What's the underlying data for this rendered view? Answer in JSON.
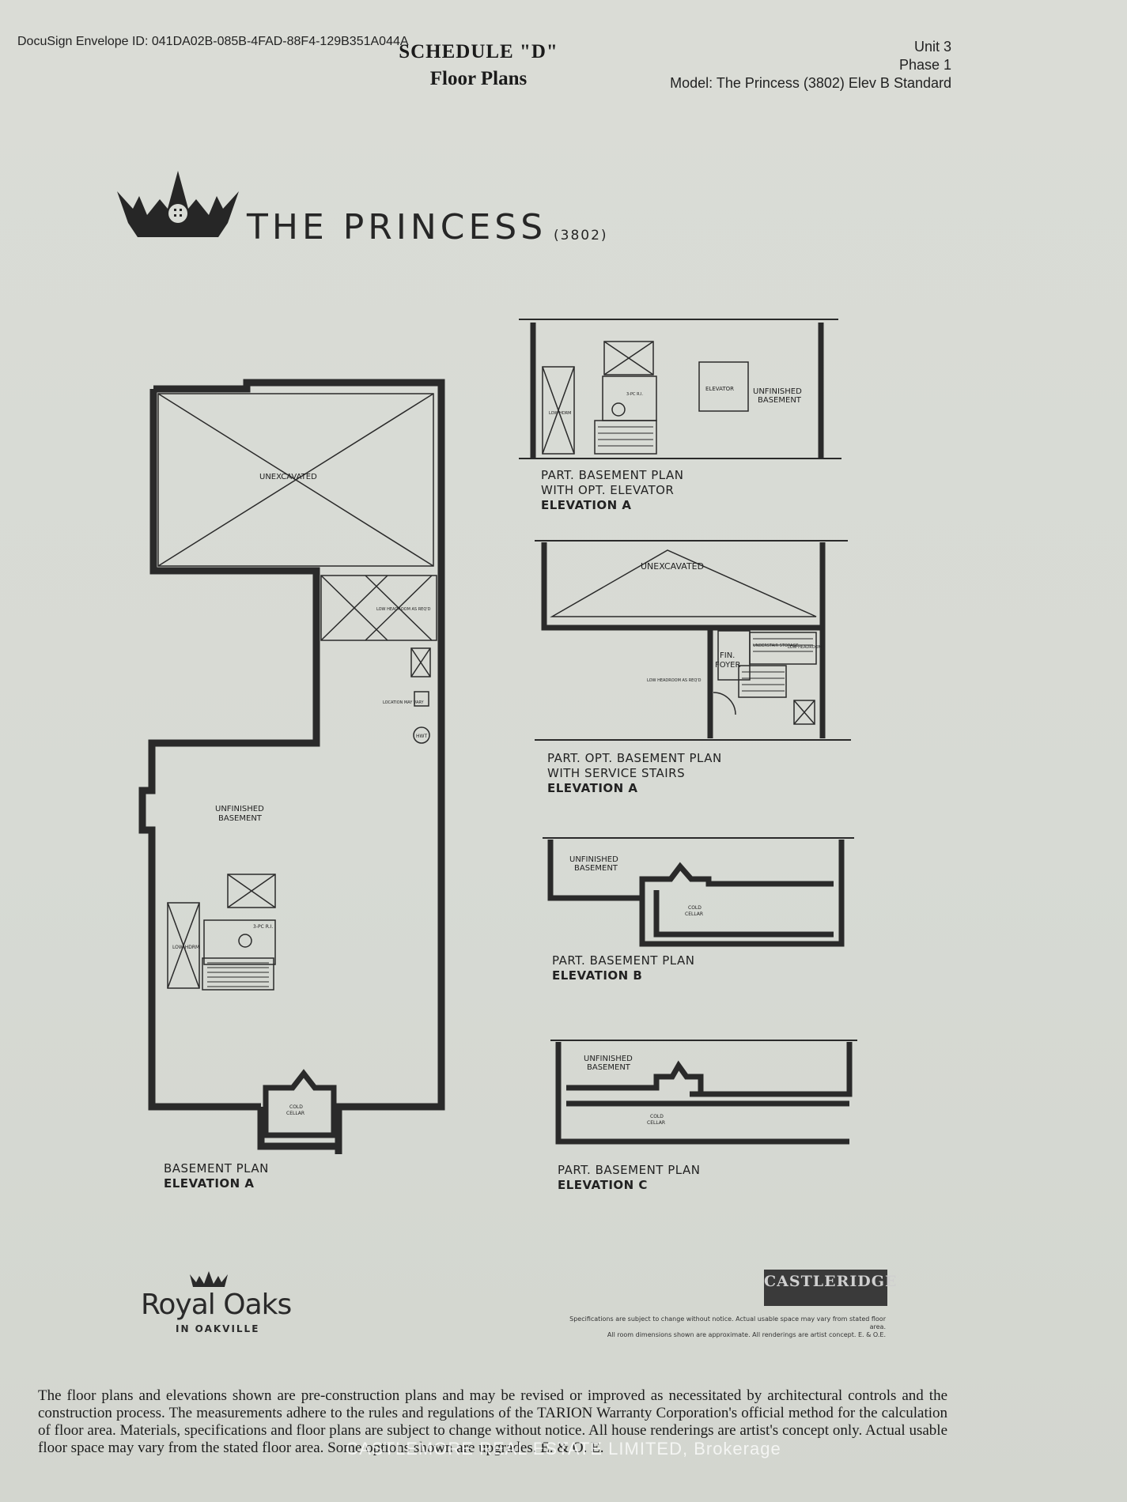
{
  "header": {
    "docusign": "DocuSign Envelope ID: 041DA02B-085B-4FAD-88F4-129B351A044A",
    "schedule": "SCHEDULE \"D\"",
    "subtitle": "Floor Plans",
    "unit": "Unit 3",
    "phase": "Phase 1",
    "model": "Model: The Princess (3802) Elev B Standard"
  },
  "brand": {
    "title": "THE PRINCESS",
    "code": "(3802)",
    "icon": "crown-logo-icon"
  },
  "main_plan": {
    "caption_line1": "BASEMENT PLAN",
    "caption_line2": "ELEVATION A",
    "labels": {
      "unexcavated": "UNEXCAVATED",
      "low_headroom": "LOW HEADROOM AS REQ'D",
      "location_may_vary": "LOCATION MAY VARY",
      "hwt": "HWT",
      "unfinished_1": "UNFINISHED",
      "unfinished_2": "BASEMENT",
      "three_pc": "3-PC R.I.",
      "low_hdrm": "LOW HDRM",
      "cold_1": "COLD",
      "cold_2": "CELLAR"
    }
  },
  "plan_a_elevator": {
    "caption_line1": "PART. BASEMENT PLAN",
    "caption_line2": "WITH OPT. ELEVATOR",
    "caption_line3": "ELEVATION A",
    "labels": {
      "elevator": "ELEVATOR",
      "unfinished_1": "UNFINISHED",
      "unfinished_2": "BASEMENT",
      "three_pc": "3-PC R.I.",
      "low_hdrm": "LOW HDRM"
    }
  },
  "plan_service_stairs": {
    "caption_line1": "PART. OPT. BASEMENT PLAN",
    "caption_line2": "WITH SERVICE STAIRS",
    "caption_line3": "ELEVATION A",
    "labels": {
      "unexcavated": "UNEXCAVATED",
      "fin_foyer_1": "FIN.",
      "fin_foyer_2": "FOYER",
      "low_headroom": "LOW HEADROOM AS REQ'D",
      "under_storage": "UNDERSTAIR STORAGE",
      "low_headroom_2": "LOW HEADROOM"
    }
  },
  "plan_b": {
    "caption_line1": "PART. BASEMENT PLAN",
    "caption_line2": "ELEVATION B",
    "labels": {
      "unfinished_1": "UNFINISHED",
      "unfinished_2": "BASEMENT",
      "cold_1": "COLD",
      "cold_2": "CELLAR"
    }
  },
  "plan_c": {
    "caption_line1": "PART. BASEMENT PLAN",
    "caption_line2": "ELEVATION C",
    "labels": {
      "unfinished_1": "UNFINISHED",
      "unfinished_2": "BASEMENT",
      "cold_1": "COLD",
      "cold_2": "CELLAR"
    }
  },
  "footer_brand": {
    "name": "Royal Oaks",
    "sub": "IN OAKVILLE",
    "builder": "CASTLERIDGE",
    "fine_print_1": "Specifications are subject to change without notice. Actual usable space may vary from stated floor area.",
    "fine_print_2": "All room dimensions shown are approximate. All renderings are artist concept. E. & O.E."
  },
  "disclaimer": "The floor plans and elevations shown are pre-construction plans and may be revised or improved as necessitated by architectural controls and the construction process. The measurements adhere to the rules and regulations of the TARION Warranty Corporation's official method for the calculation of floor area. Materials, specifications and floor plans are subject to change without notice. All house renderings are artist's concept only. Actual usable floor space may vary from the stated floor area. Some options shown are upgrades. E. & O. E.",
  "watermark": "CASTLEMORE REAL ESTATE LIMITED, Brokerage"
}
